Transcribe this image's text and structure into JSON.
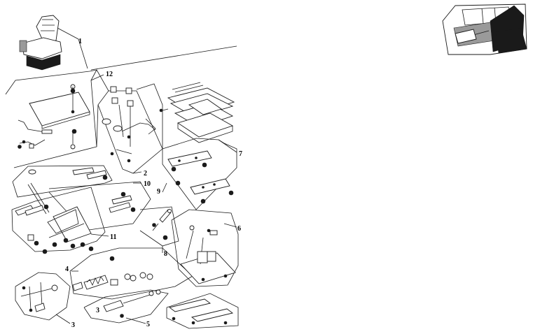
{
  "diagram": {
    "callouts": [
      "1",
      "12",
      "2",
      "10",
      "9",
      "7",
      "11",
      "8",
      "6",
      "4",
      "3",
      "5",
      "3"
    ]
  },
  "thumbnail": {
    "icon": "tractor-cab-seat-icon"
  }
}
